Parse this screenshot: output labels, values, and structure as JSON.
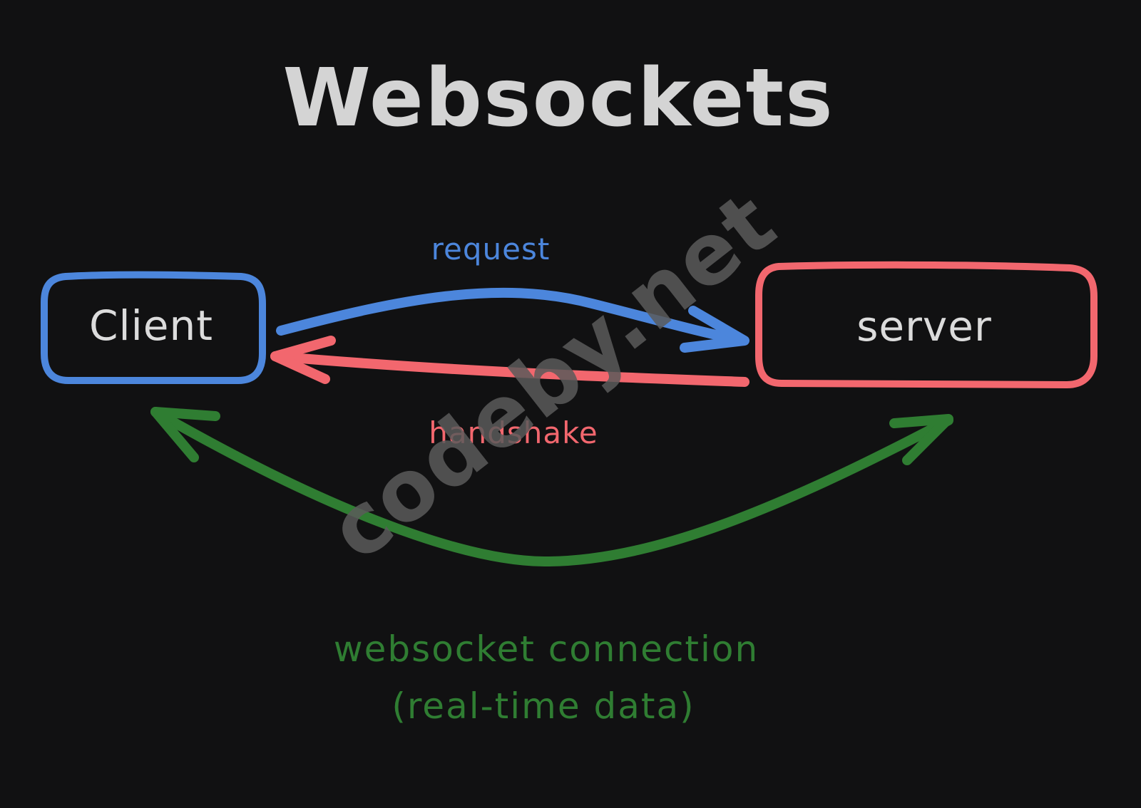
{
  "title": "Websockets",
  "nodes": {
    "client": "Client",
    "server": "server"
  },
  "edges": {
    "request": "request",
    "handshake": "handshake"
  },
  "caption": {
    "line1": "websocket connection",
    "line2": "(real-time data)"
  },
  "watermark": "codeby.net",
  "colors": {
    "background": "#111112",
    "title": "#d4d4d4",
    "client": "#4c86dc",
    "server": "#f2676e",
    "request": "#4c86dc",
    "handshake": "#f2676e",
    "connection": "#2f7d32",
    "node_text": "#dcdcdc",
    "watermark": "#5a5a5a"
  }
}
